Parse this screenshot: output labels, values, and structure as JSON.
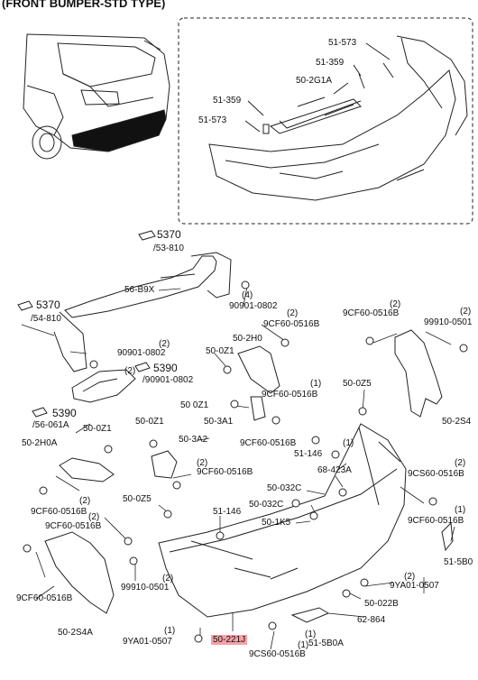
{
  "title": "(FRONT BUMPER-STD TYPE)",
  "highlight_color": "#f7a1a6",
  "labels": {
    "inset_51_573_top": "51-573",
    "inset_51_359_top": "51-359",
    "inset_50_2g1a": "50-2G1A",
    "inset_51_359_left": "51-359",
    "inset_51_573_left": "51-573",
    "ref_5370_top": "5370",
    "ref_53_810": "/53-810",
    "part_56_b9x": "56-B9X",
    "qty_4": "(4)",
    "part_90901_0802_top": "90901-0802",
    "ref_5370_left": "5370",
    "ref_54_810": "/54-810",
    "qty_2_a": "(2)",
    "part_9cf60_a": "9CF60-0516B",
    "qty_2_b": "(2)",
    "part_9cf60_top_right": "9CF60-0516B",
    "qty_2_c": "(2)",
    "part_99910_top_right": "99910-0501",
    "part_50_2h0": "50-2H0",
    "qty_2_d": "(2)",
    "part_90901_0802_mid": "90901-0802",
    "ref_5390_mid": "5390",
    "qty_2_e": "(2)",
    "part_90901_0802_mid2": "/90901-0802",
    "part_50_0z1_a": "50-0Z1",
    "qty_1_a": "(1)",
    "part_9cf60_b": "9CF60-0516B",
    "part_50_0z5_right": "50-0Z5",
    "ref_5390_left": "5390",
    "ref_56_061a": "/56-061A",
    "part_50_0z1_b": "50 0Z1",
    "part_50_3a1": "50-3A1",
    "part_50_2s4_right": "50-2S4",
    "part_50_0z1_c": "50-0Z1",
    "part_50_0z1_d": "50-0Z1",
    "part_50_2h0a": "50-2H0A",
    "part_50_3a2": "50-3A2",
    "part_9cf60_c": "9CF60-0516B",
    "qty_1_b": "(1)",
    "part_51_146_right": "51-146",
    "qty_2_f": "(2)",
    "part_9cf60_d": "9CF60-0516B",
    "qty_2_g": "(2)",
    "part_9cs60_right": "9CS60-0516B",
    "part_68_423a": "68-423A",
    "qty_2_h": "(2)",
    "part_9cf60_e": "9CF60-0516B",
    "part_50_0z5_left": "50-0Z5",
    "part_50_032c_a": "50-032C",
    "part_50_032c_b": "50-032C",
    "qty_2_i": "(2)",
    "part_9cf60_f": "9CF60-0516B",
    "part_51_146_mid": "51-146",
    "qty_1_c": "(1)",
    "part_9cf60_g": "9CF60-0516B",
    "part_50_1k5": "50-1K5",
    "part_51_5b0": "51-5B0",
    "qty_2_j": "(2)",
    "part_99910_left": "99910-0501",
    "qty_2_k": "(2)",
    "part_9ya01_right": "9YA01-0507",
    "part_9cf60_h": "9CF60-0516B",
    "part_50_022b": "50-022B",
    "part_62_864": "62-864",
    "part_50_2s4a": "50-2S4A",
    "qty_1_d": "(1)",
    "part_9ya01_bottom": "9YA01-0507",
    "part_50_221j": "50-221J",
    "qty_1_e": "(1)",
    "part_51_5b0a": "51-5B0A",
    "qty_1_f": "(1)",
    "part_9cs60_bottom": "9CS60-0516B"
  }
}
